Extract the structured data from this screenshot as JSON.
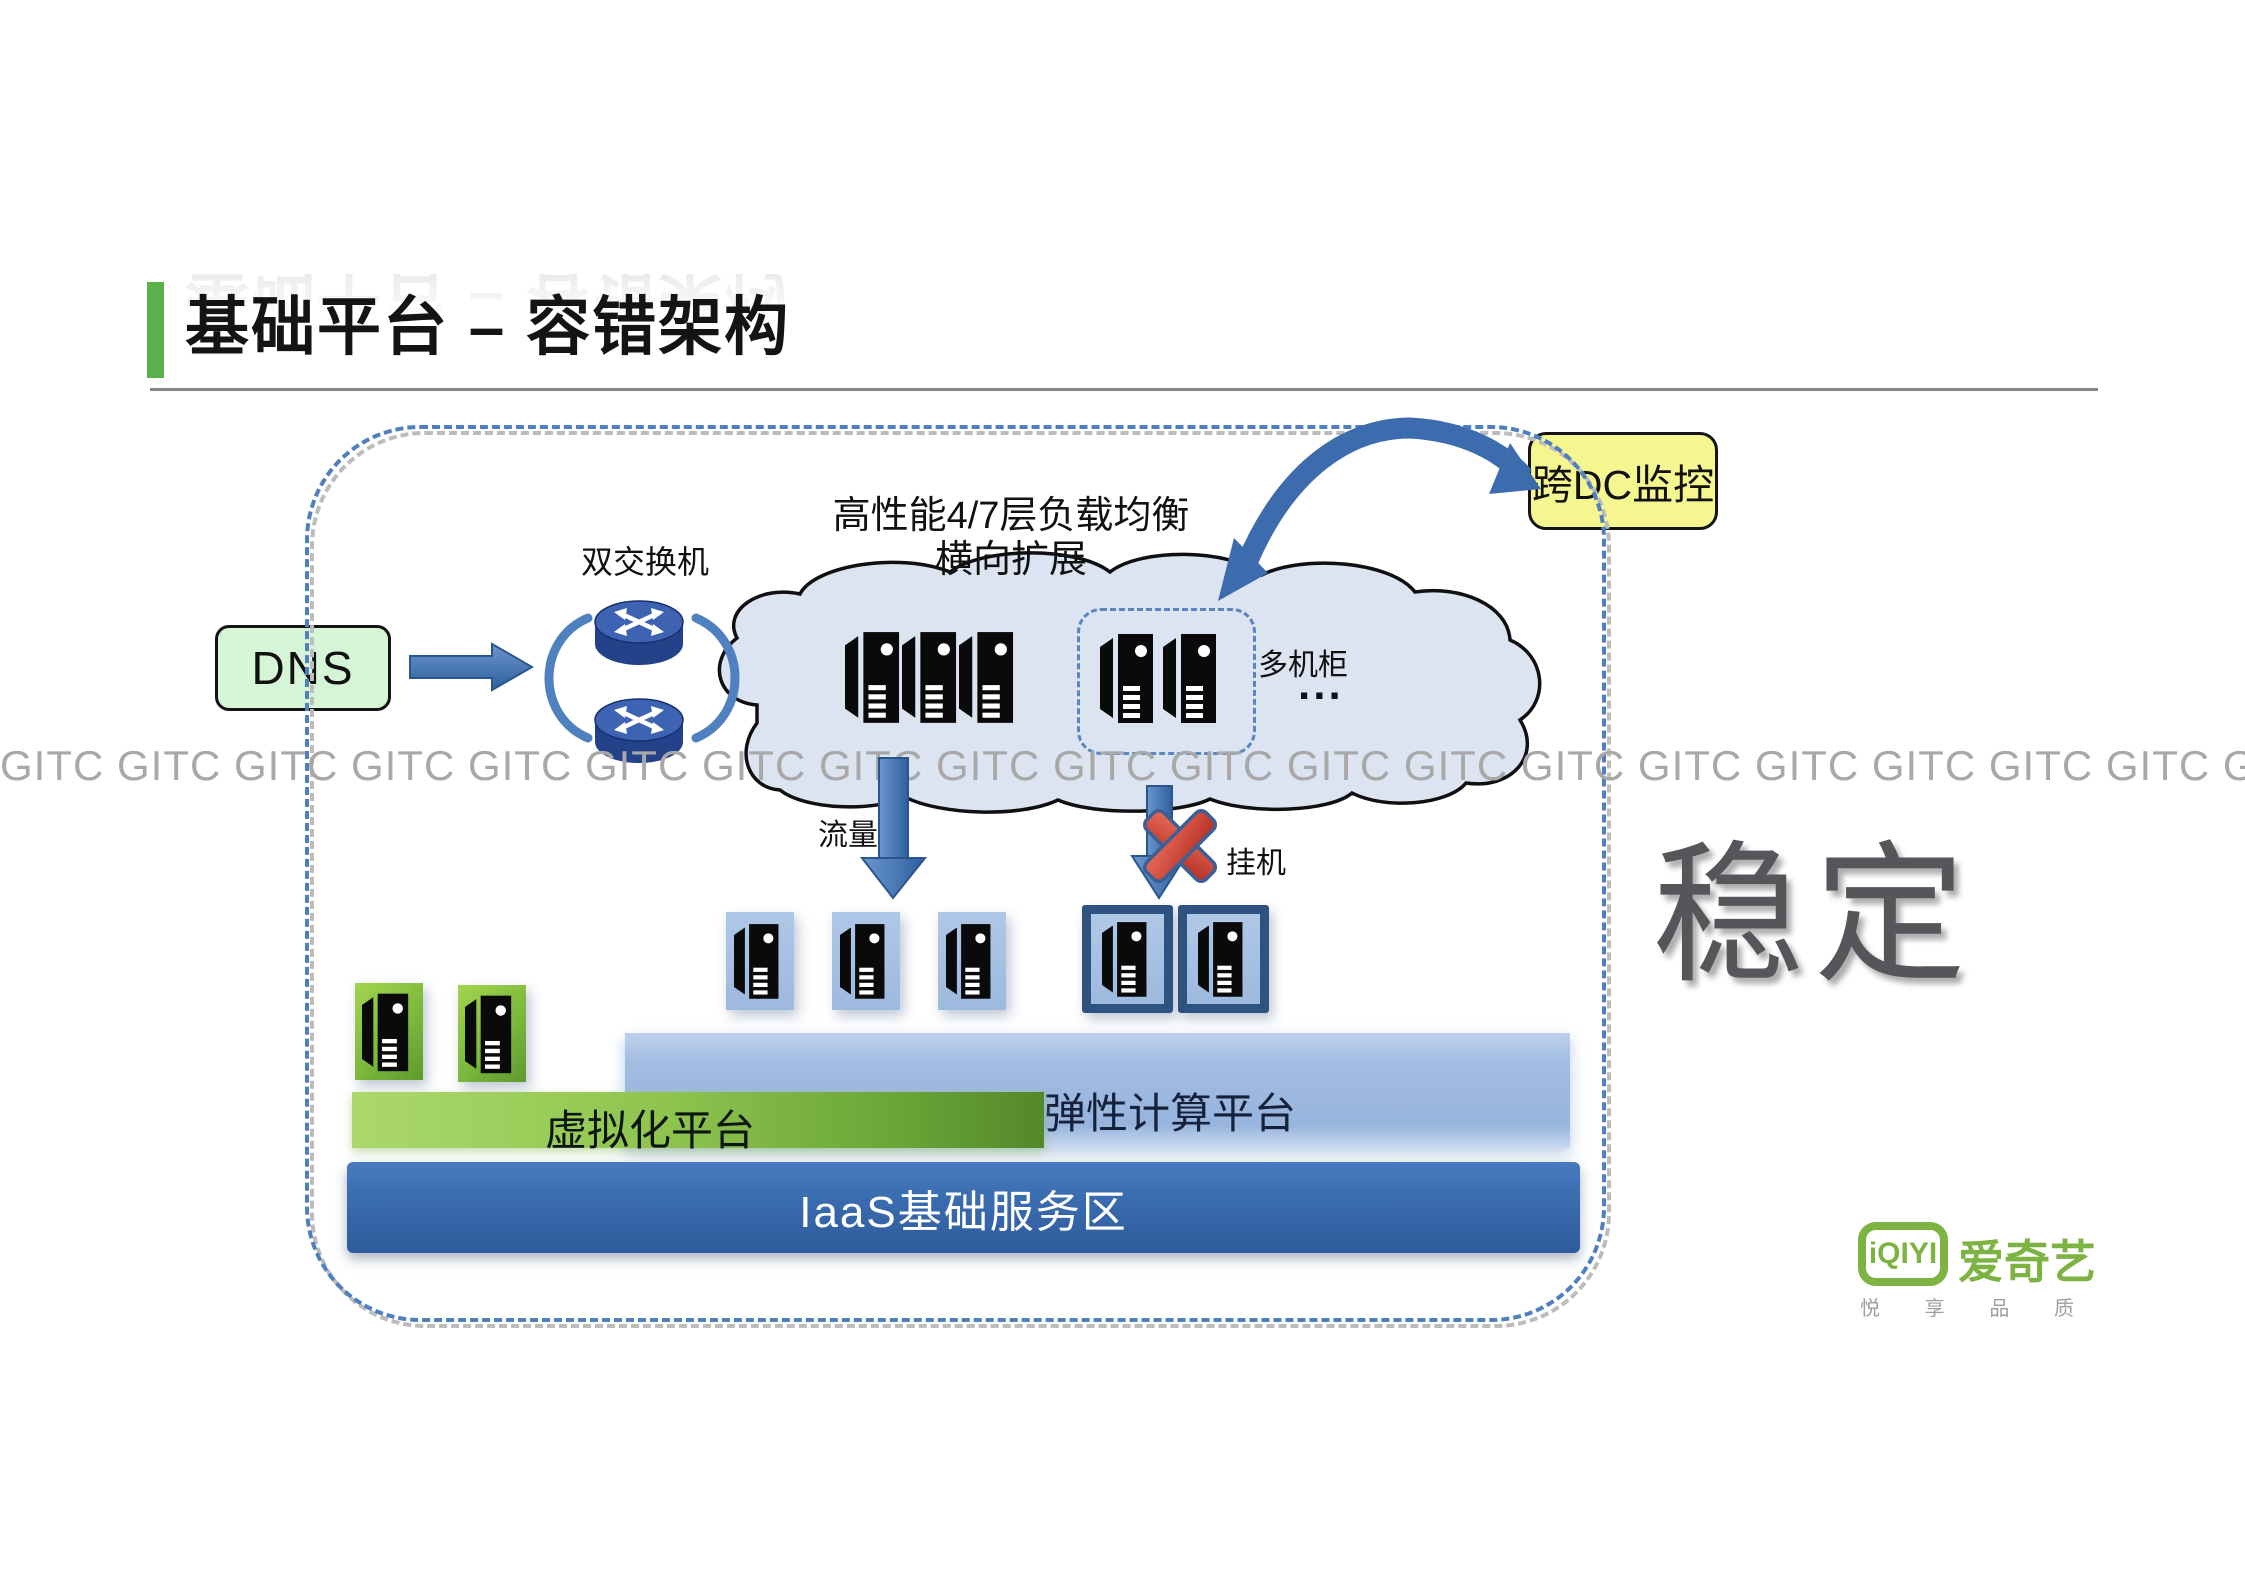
{
  "slide": {
    "title": "基础平台 – 容错架构",
    "watermark_line": "GITC GITC GITC GITC GITC GITC GITC GITC GITC GITC GITC GITC GITC GITC GITC GITC GITC GITC GITC GITC GI",
    "stability_note": "稳定"
  },
  "diagram": {
    "dns_label": "DNS",
    "switches_label": "双交换机",
    "loadbalancer_label_line1": "高性能4/7层负载均衡",
    "loadbalancer_label_line2": "横向扩展",
    "multi_rack_label": "多机柜",
    "rack_ellipsis": "...",
    "cross_dc_monitor_label": "跨DC监控",
    "traffic_label": "流量",
    "hang_label": "挂机",
    "elastic_platform_label": "弹性计算平台",
    "virtualization_platform_label": "虚拟化平台",
    "iaas_zone_label": "IaaS基础服务区"
  },
  "logo": {
    "wordmark": "iQIYI",
    "brand_name": "爱奇艺",
    "slogan_chars": [
      "悦",
      "享",
      "品",
      "质"
    ]
  },
  "colors": {
    "accent_green": "#5cb04a",
    "dashed_border_blue": "#4f7fbe",
    "cloud_fill": "#dce4f2",
    "server_tile_blue": "#a6c1e3",
    "server_tile_border_dark": "#2e5380",
    "dns_fill": "#d6f5d6",
    "monitor_fill": "#f6f690",
    "arrow_blue": "#3c6cae",
    "error_red": "#d8453a",
    "elastic_bar_blue": "#9cb8e0",
    "virtualization_bar_green": "#6aa339",
    "iaas_bar_blue": "#3a6cb0",
    "watermark_gray": "#a8a8a8",
    "logo_green": "#7cb342"
  }
}
